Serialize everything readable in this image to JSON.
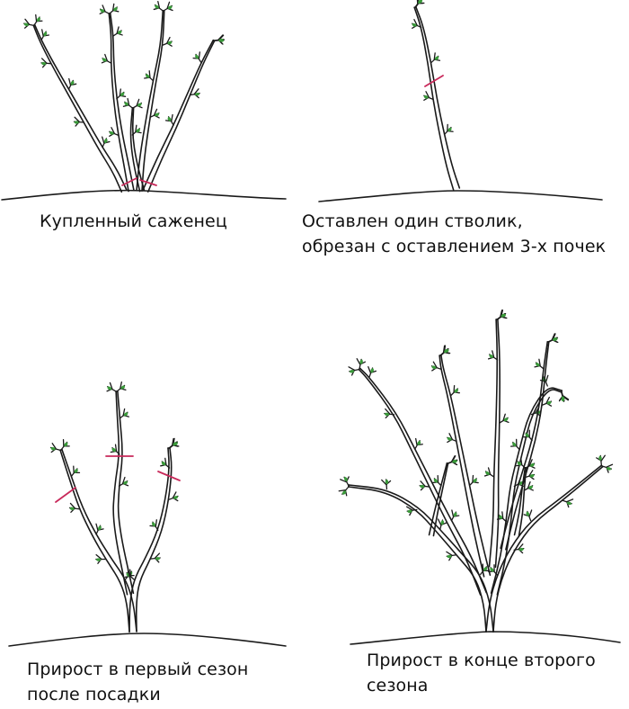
{
  "colors": {
    "stem": "#1a1a1a",
    "bud_leaf": "#3a9a3a",
    "cut_mark": "#c8295a"
  },
  "panels": [
    {
      "id": "purchased",
      "caption_lines": [
        "Купленный саженец"
      ]
    },
    {
      "id": "one-stem",
      "caption_lines": [
        "Оставлен один стволик,",
        "обрезан с оставлением 3-х почек"
      ]
    },
    {
      "id": "first-season",
      "caption_lines": [
        "Прирост в первый сезон",
        "после посадки"
      ]
    },
    {
      "id": "second-season",
      "caption_lines": [
        "Прирост в конце второго",
        "сезона"
      ]
    }
  ]
}
